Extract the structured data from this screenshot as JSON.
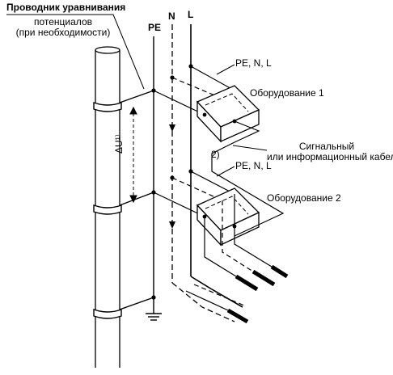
{
  "labels": {
    "bonding_conductor_line1": "Проводник уравнивания",
    "bonding_conductor_line2": "потенциалов",
    "bonding_conductor_line3": "(при необходимости)",
    "pe": "PE",
    "n": "N",
    "l": "L",
    "pe_n_l_1": "PE, N, L",
    "pe_n_l_2": "PE, N, L",
    "equipment_1": "Оборудование 1",
    "equipment_2": "Оборудование 2",
    "signal_cable_line1": "Сигнальный",
    "signal_cable_line2": "или информационный кабель",
    "note_2": "2)",
    "delta_u": "ΔU¹⁾"
  },
  "colors": {
    "ink": "#000000",
    "background": "#ffffff"
  }
}
